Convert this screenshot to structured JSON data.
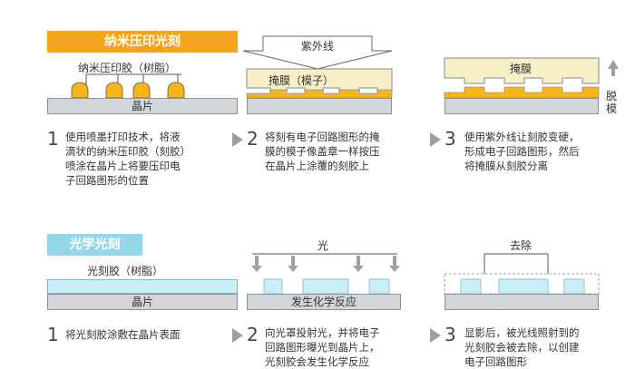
{
  "nano": {
    "title": "纳米压印光刻",
    "resist_label": "纳米压印胶（树脂）",
    "wafer_label": "晶片",
    "uv_label": "紫外线",
    "mold_label": "掩膜（模子）",
    "mold_label_short": "掩膜",
    "peel_label": "脱模",
    "steps": [
      {
        "num": "1",
        "text": "使用喷墨打印技术，将液\n滴状的纳米压印胶（刻胶）\n喷涂在晶片上将要压印电\n子回路图形的位置"
      },
      {
        "num": "2",
        "text": "将刻有电子回路图形的掩\n膜的模子像盖章一样按压\n在晶片上涂覆的刻胶上"
      },
      {
        "num": "3",
        "text": "使用紫外线让刻胶变硬，\n形成电子回路图形，然后\n将掩膜从刻胶分离"
      }
    ]
  },
  "photo": {
    "title": "光学光刻",
    "resist_label": "光刻胶（树脂）",
    "wafer_label": "晶片",
    "light_label": "光",
    "reaction_label": "发生化学反应",
    "remove_label": "去除",
    "steps": [
      {
        "num": "1",
        "text": "将光刻胶涂敷在晶片表面"
      },
      {
        "num": "2",
        "text": "向光罩投射光，并将电子\n回路图形曝光到晶片上，\n光刻胶会发生化学反应"
      },
      {
        "num": "3",
        "text": "显影后，被光线照射到的\n光刻胶会被去除，以创建\n电子回路图形"
      }
    ]
  },
  "colors": {
    "orange": "#f7a41d",
    "resist_yellow": "#f8b518",
    "mold_cream": "#f7efc8",
    "blue_banner": "#93d7ea",
    "resist_blue": "#c9eef7",
    "wafer_gray": "#d2d5d9",
    "arrow_gray": "#9aa0a6"
  }
}
